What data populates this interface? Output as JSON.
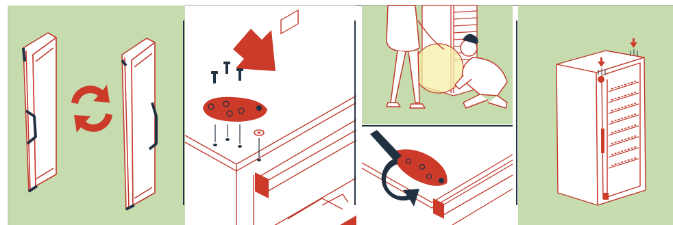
{
  "instructions": {
    "panels": [
      {
        "id": "door-reversal",
        "depicts": "door-flip"
      },
      {
        "id": "hinge-removal",
        "depicts": "screws-and-hinge-plate"
      },
      {
        "id": "door-lift",
        "depicts": "two-people-lifting-door"
      },
      {
        "id": "hinge-rotate",
        "depicts": "rotate-hinge-plate"
      },
      {
        "id": "reassembly",
        "depicts": "cabinet-with-arrows"
      }
    ]
  },
  "colors": {
    "accent_red": "#cc3a2a",
    "dark_navy": "#223142",
    "panel_green": "#c6dcae",
    "line_red": "#c0392b",
    "highlight_yellow": "#f6f0a8"
  }
}
